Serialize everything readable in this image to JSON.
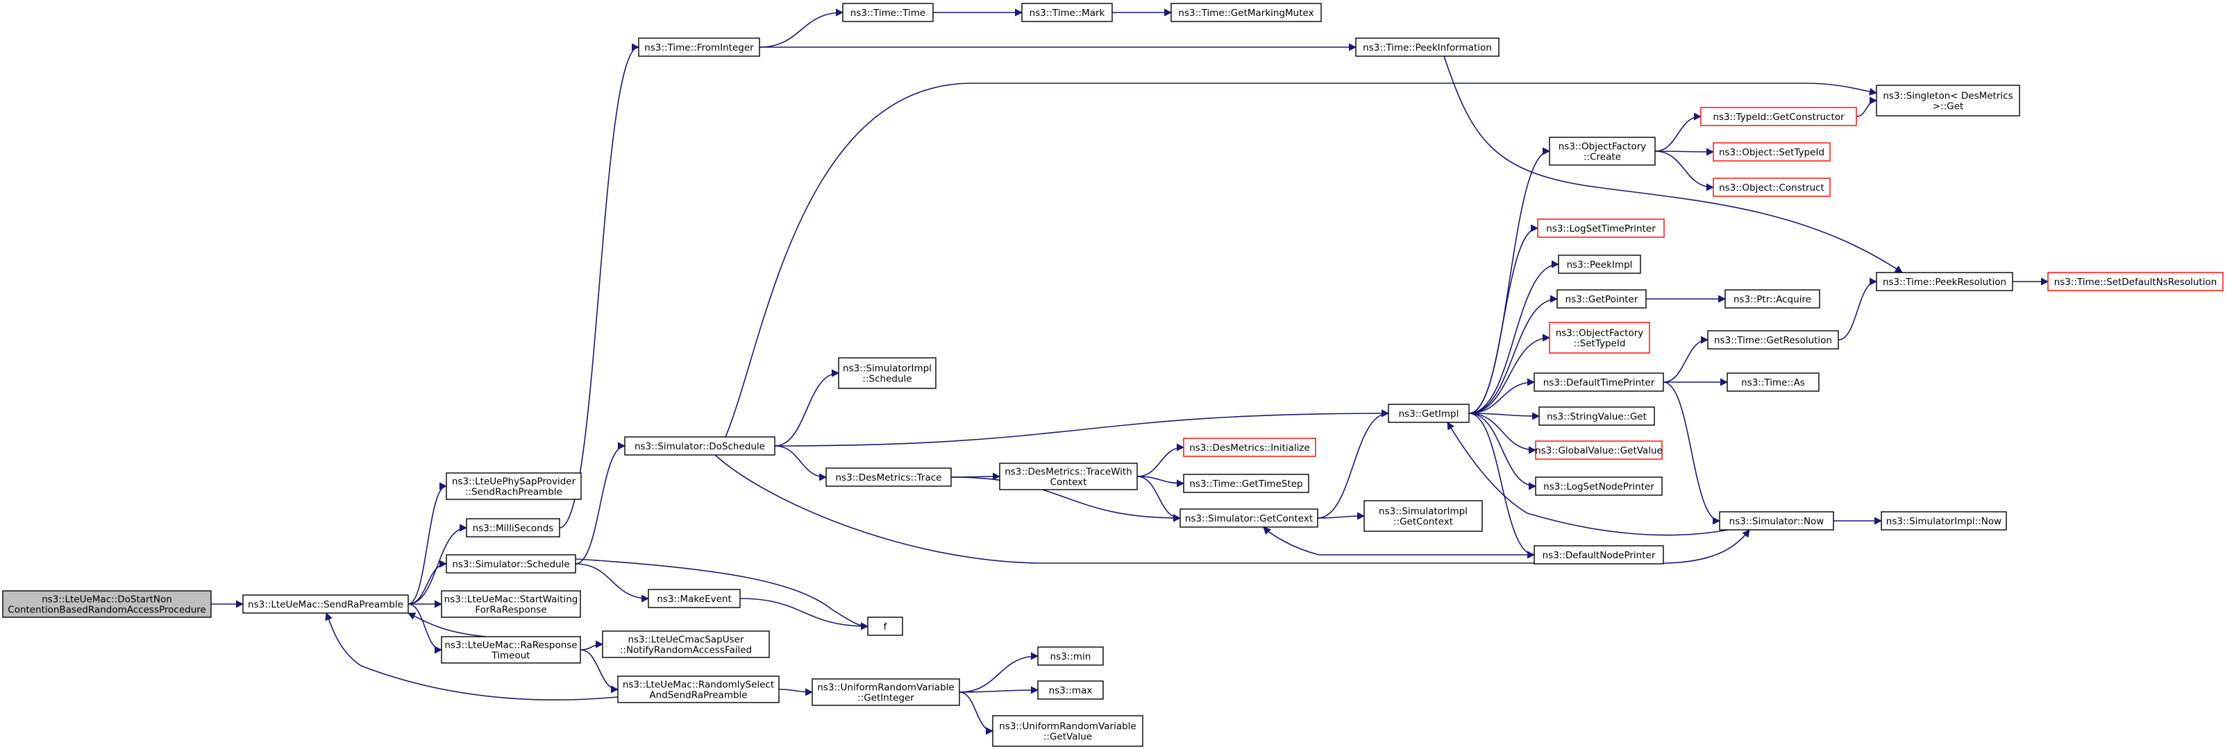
{
  "graph": {
    "colors": {
      "edge": "#191970",
      "node_border": "#000000",
      "node_border_truncated": "#ff0000",
      "root_fill": "#bfbfbf",
      "background": "#ffffff"
    },
    "nodes": [
      {
        "id": "root",
        "lines": [
          "ns3::LteUeMac::DoStartNon",
          "ContentionBasedRandomAccessProcedure"
        ],
        "style": "root"
      },
      {
        "id": "send_ra_preamble",
        "lines": [
          "ns3::LteUeMac::SendRaPreamble"
        ]
      },
      {
        "id": "phy_send_rach",
        "lines": [
          "ns3::LteUePhySapProvider",
          "::SendRachPreamble"
        ]
      },
      {
        "id": "milliseconds",
        "lines": [
          "ns3::MilliSeconds"
        ]
      },
      {
        "id": "sim_schedule",
        "lines": [
          "ns3::Simulator::Schedule"
        ]
      },
      {
        "id": "start_waiting",
        "lines": [
          "ns3::LteUeMac::StartWaiting",
          "ForRaResponse"
        ]
      },
      {
        "id": "ra_response_timeout",
        "lines": [
          "ns3::LteUeMac::RaResponse",
          "Timeout"
        ]
      },
      {
        "id": "randomly_select",
        "lines": [
          "ns3::LteUeMac::RandomlySelect",
          "AndSendRaPreamble"
        ]
      },
      {
        "id": "time_from_integer",
        "lines": [
          "ns3::Time::FromInteger"
        ]
      },
      {
        "id": "time_time",
        "lines": [
          "ns3::Time::Time"
        ]
      },
      {
        "id": "time_mark",
        "lines": [
          "ns3::Time::Mark"
        ]
      },
      {
        "id": "get_marking_mutex",
        "lines": [
          "ns3::Time::GetMarkingMutex"
        ]
      },
      {
        "id": "peek_information",
        "lines": [
          "ns3::Time::PeekInformation"
        ]
      },
      {
        "id": "singleton_get",
        "lines": [
          "ns3::Singleton< DesMetrics",
          ">::Get"
        ]
      },
      {
        "id": "sim_do_schedule",
        "lines": [
          "ns3::Simulator::DoSchedule"
        ]
      },
      {
        "id": "simimpl_schedule",
        "lines": [
          "ns3::SimulatorImpl",
          "::Schedule"
        ]
      },
      {
        "id": "desmetrics_trace",
        "lines": [
          "ns3::DesMetrics::Trace"
        ]
      },
      {
        "id": "trace_with_context",
        "lines": [
          "ns3::DesMetrics::TraceWith",
          "Context"
        ]
      },
      {
        "id": "desmetrics_initialize",
        "lines": [
          "ns3::DesMetrics::Initialize"
        ],
        "style": "red"
      },
      {
        "id": "get_time_step",
        "lines": [
          "ns3::Time::GetTimeStep"
        ]
      },
      {
        "id": "sim_get_context",
        "lines": [
          "ns3::Simulator::GetContext"
        ]
      },
      {
        "id": "simimpl_get_context",
        "lines": [
          "ns3::SimulatorImpl",
          "::GetContext"
        ]
      },
      {
        "id": "make_event",
        "lines": [
          "ns3::MakeEvent"
        ]
      },
      {
        "id": "f",
        "lines": [
          "f"
        ]
      },
      {
        "id": "notify_ra_failed",
        "lines": [
          "ns3::LteUeCmacSapUser",
          "::NotifyRandomAccessFailed"
        ]
      },
      {
        "id": "uniform_get_integer",
        "lines": [
          "ns3::UniformRandomVariable",
          "::GetInteger"
        ]
      },
      {
        "id": "ns3_min",
        "lines": [
          "ns3::min"
        ]
      },
      {
        "id": "ns3_max",
        "lines": [
          "ns3::max"
        ]
      },
      {
        "id": "uniform_get_value",
        "lines": [
          "ns3::UniformRandomVariable",
          "::GetValue"
        ]
      },
      {
        "id": "get_impl",
        "lines": [
          "ns3::GetImpl"
        ]
      },
      {
        "id": "object_factory_create",
        "lines": [
          "ns3::ObjectFactory",
          "::Create"
        ]
      },
      {
        "id": "typeid_get_constructor",
        "lines": [
          "ns3::TypeId::GetConstructor"
        ],
        "style": "red"
      },
      {
        "id": "object_set_typeid",
        "lines": [
          "ns3::Object::SetTypeId"
        ],
        "style": "red"
      },
      {
        "id": "object_construct",
        "lines": [
          "ns3::Object::Construct"
        ],
        "style": "red"
      },
      {
        "id": "log_set_time_printer",
        "lines": [
          "ns3::LogSetTimePrinter"
        ],
        "style": "red"
      },
      {
        "id": "peek_impl",
        "lines": [
          "ns3::PeekImpl"
        ]
      },
      {
        "id": "get_pointer",
        "lines": [
          "ns3::GetPointer"
        ]
      },
      {
        "id": "ptr_acquire",
        "lines": [
          "ns3::Ptr::Acquire"
        ]
      },
      {
        "id": "object_factory_set_typeid",
        "lines": [
          "ns3::ObjectFactory",
          "::SetTypeId"
        ],
        "style": "red"
      },
      {
        "id": "default_time_printer",
        "lines": [
          "ns3::DefaultTimePrinter"
        ]
      },
      {
        "id": "time_get_resolution",
        "lines": [
          "ns3::Time::GetResolution"
        ]
      },
      {
        "id": "time_as",
        "lines": [
          "ns3::Time::As"
        ]
      },
      {
        "id": "string_value_get",
        "lines": [
          "ns3::StringValue::Get"
        ]
      },
      {
        "id": "global_value_get_value",
        "lines": [
          "ns3::GlobalValue::GetValue"
        ],
        "style": "red"
      },
      {
        "id": "log_set_node_printer",
        "lines": [
          "ns3::LogSetNodePrinter"
        ]
      },
      {
        "id": "default_node_printer",
        "lines": [
          "ns3::DefaultNodePrinter"
        ]
      },
      {
        "id": "sim_now",
        "lines": [
          "ns3::Simulator::Now"
        ]
      },
      {
        "id": "simimpl_now",
        "lines": [
          "ns3::SimulatorImpl::Now"
        ]
      },
      {
        "id": "time_peek_resolution",
        "lines": [
          "ns3::Time::PeekResolution"
        ]
      },
      {
        "id": "set_default_ns_resolution",
        "lines": [
          "ns3::Time::SetDefaultNsResolution"
        ],
        "style": "red"
      }
    ],
    "edges": [
      [
        "root",
        "send_ra_preamble"
      ],
      [
        "send_ra_preamble",
        "phy_send_rach"
      ],
      [
        "send_ra_preamble",
        "milliseconds"
      ],
      [
        "send_ra_preamble",
        "sim_schedule"
      ],
      [
        "send_ra_preamble",
        "start_waiting"
      ],
      [
        "send_ra_preamble",
        "ra_response_timeout"
      ],
      [
        "milliseconds",
        "time_from_integer"
      ],
      [
        "time_from_integer",
        "time_time"
      ],
      [
        "time_from_integer",
        "peek_information"
      ],
      [
        "time_time",
        "time_mark"
      ],
      [
        "time_mark",
        "get_marking_mutex"
      ],
      [
        "peek_information",
        "time_peek_resolution"
      ],
      [
        "sim_schedule",
        "sim_do_schedule"
      ],
      [
        "sim_schedule",
        "make_event"
      ],
      [
        "sim_schedule",
        "f"
      ],
      [
        "make_event",
        "f"
      ],
      [
        "ra_response_timeout",
        "send_ra_preamble"
      ],
      [
        "ra_response_timeout",
        "notify_ra_failed"
      ],
      [
        "ra_response_timeout",
        "randomly_select"
      ],
      [
        "randomly_select",
        "send_ra_preamble"
      ],
      [
        "randomly_select",
        "uniform_get_integer"
      ],
      [
        "uniform_get_integer",
        "ns3_min"
      ],
      [
        "uniform_get_integer",
        "ns3_max"
      ],
      [
        "uniform_get_integer",
        "uniform_get_value"
      ],
      [
        "sim_do_schedule",
        "singleton_get"
      ],
      [
        "sim_do_schedule",
        "simimpl_schedule"
      ],
      [
        "sim_do_schedule",
        "get_impl"
      ],
      [
        "sim_do_schedule",
        "desmetrics_trace"
      ],
      [
        "sim_do_schedule",
        "sim_now"
      ],
      [
        "desmetrics_trace",
        "trace_with_context"
      ],
      [
        "desmetrics_trace",
        "sim_get_context"
      ],
      [
        "trace_with_context",
        "desmetrics_initialize"
      ],
      [
        "trace_with_context",
        "get_time_step"
      ],
      [
        "trace_with_context",
        "sim_get_context"
      ],
      [
        "sim_get_context",
        "get_impl"
      ],
      [
        "sim_get_context",
        "simimpl_get_context"
      ],
      [
        "get_impl",
        "object_factory_create"
      ],
      [
        "get_impl",
        "log_set_time_printer"
      ],
      [
        "get_impl",
        "peek_impl"
      ],
      [
        "get_impl",
        "get_pointer"
      ],
      [
        "get_impl",
        "object_factory_set_typeid"
      ],
      [
        "get_impl",
        "default_time_printer"
      ],
      [
        "get_impl",
        "string_value_get"
      ],
      [
        "get_impl",
        "global_value_get_value"
      ],
      [
        "get_impl",
        "log_set_node_printer"
      ],
      [
        "get_impl",
        "default_node_printer"
      ],
      [
        "object_factory_create",
        "typeid_get_constructor"
      ],
      [
        "object_factory_create",
        "object_set_typeid"
      ],
      [
        "object_factory_create",
        "object_construct"
      ],
      [
        "typeid_get_constructor",
        "singleton_get"
      ],
      [
        "get_pointer",
        "ptr_acquire"
      ],
      [
        "default_time_printer",
        "time_get_resolution"
      ],
      [
        "default_time_printer",
        "time_as"
      ],
      [
        "default_time_printer",
        "sim_now"
      ],
      [
        "time_get_resolution",
        "time_peek_resolution"
      ],
      [
        "time_peek_resolution",
        "set_default_ns_resolution"
      ],
      [
        "default_node_printer",
        "sim_get_context"
      ],
      [
        "sim_now",
        "get_impl"
      ],
      [
        "sim_now",
        "simimpl_now"
      ]
    ]
  }
}
